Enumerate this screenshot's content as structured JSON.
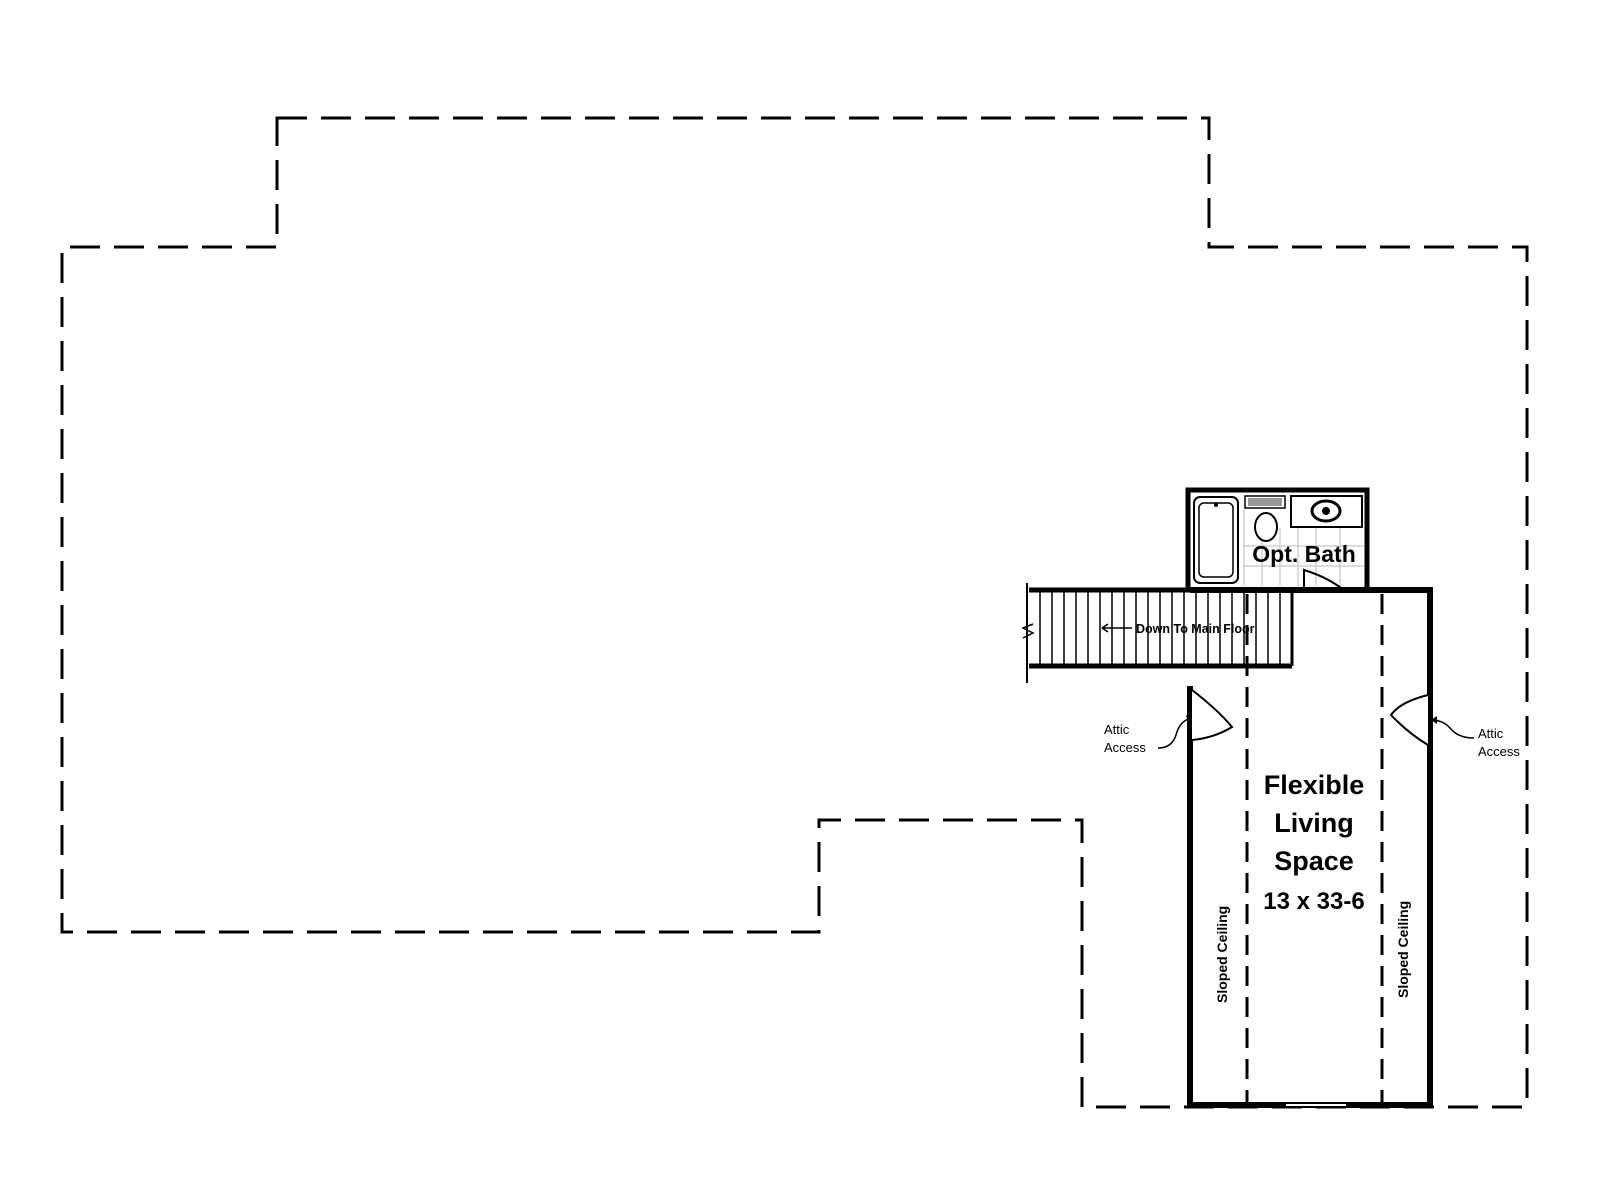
{
  "rooms": {
    "bath": {
      "label": "Opt. Bath"
    },
    "flex": {
      "line1": "Flexible",
      "line2": "Living",
      "line3": "Space",
      "dims": "13 x 33-6"
    }
  },
  "stairs": {
    "label": "Down To Main Floor"
  },
  "attic_left": {
    "line1": "Attic",
    "line2": "Access"
  },
  "attic_right": {
    "line1": "Attic",
    "line2": "Access"
  },
  "ceiling_left": {
    "label": "Sloped Ceiling"
  },
  "ceiling_right": {
    "label": "Sloped Ceiling"
  }
}
